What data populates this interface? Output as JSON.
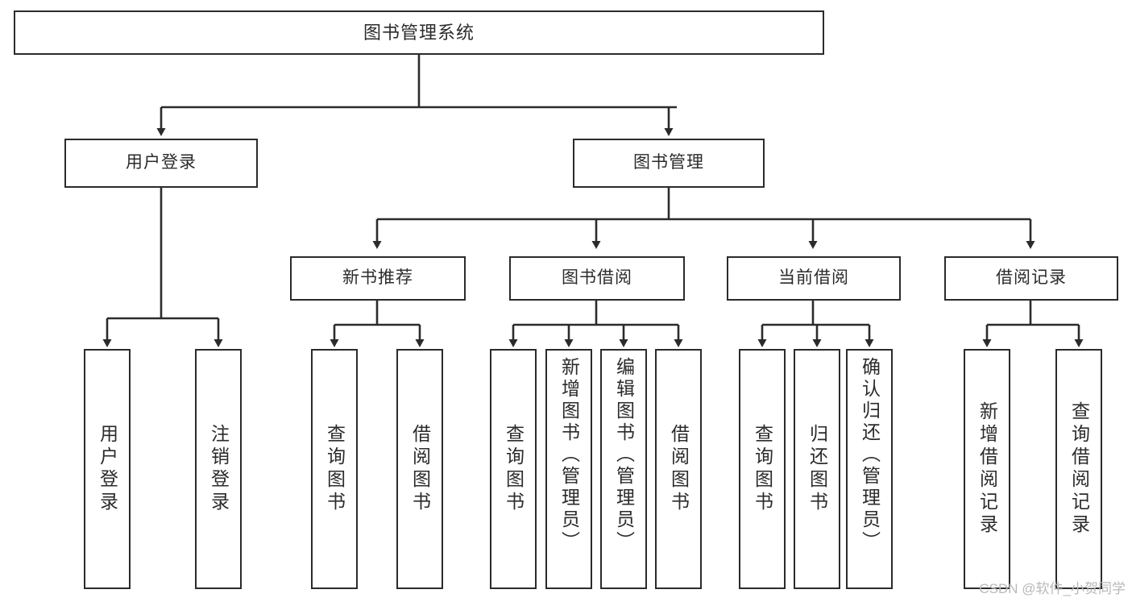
{
  "diagram": {
    "title": "图书管理系统",
    "type": "hierarchy-tree",
    "watermark": "CSDN @软件_小贺同学",
    "colors": {
      "stroke": "#2b2b2b",
      "background": "#ffffff",
      "watermark": "#b9b9b9"
    },
    "nodes": {
      "root": {
        "label": "图书管理系统"
      },
      "level1": [
        {
          "id": "user-login",
          "label": "用户登录"
        },
        {
          "id": "book-management",
          "label": "图书管理"
        }
      ],
      "level2": [
        {
          "id": "new-book-recommend",
          "label": "新书推荐"
        },
        {
          "id": "book-borrow",
          "label": "图书借阅"
        },
        {
          "id": "current-borrow",
          "label": "当前借阅"
        },
        {
          "id": "borrow-record",
          "label": "借阅记录"
        }
      ],
      "leaves": {
        "user-login": [
          {
            "id": "leaf-user-login",
            "label": "用户登录"
          },
          {
            "id": "leaf-user-logout",
            "label": "注销登录"
          }
        ],
        "new-book-recommend": [
          {
            "id": "leaf-query-book-1",
            "label": "查询图书"
          },
          {
            "id": "leaf-borrow-book-1",
            "label": "借阅图书"
          }
        ],
        "book-borrow": [
          {
            "id": "leaf-query-book-2",
            "label": "查询图书"
          },
          {
            "id": "leaf-add-book",
            "label": "新增图书（管理员）"
          },
          {
            "id": "leaf-edit-book",
            "label": "编辑图书（管理员）"
          },
          {
            "id": "leaf-borrow-book-2",
            "label": "借阅图书"
          }
        ],
        "current-borrow": [
          {
            "id": "leaf-query-book-3",
            "label": "查询图书"
          },
          {
            "id": "leaf-return-book",
            "label": "归还图书"
          },
          {
            "id": "leaf-confirm-return",
            "label": "确认归还（管理员）"
          }
        ],
        "borrow-record": [
          {
            "id": "leaf-add-record",
            "label": "新增借阅记录"
          },
          {
            "id": "leaf-query-record",
            "label": "查询借阅记录"
          }
        ]
      }
    }
  }
}
